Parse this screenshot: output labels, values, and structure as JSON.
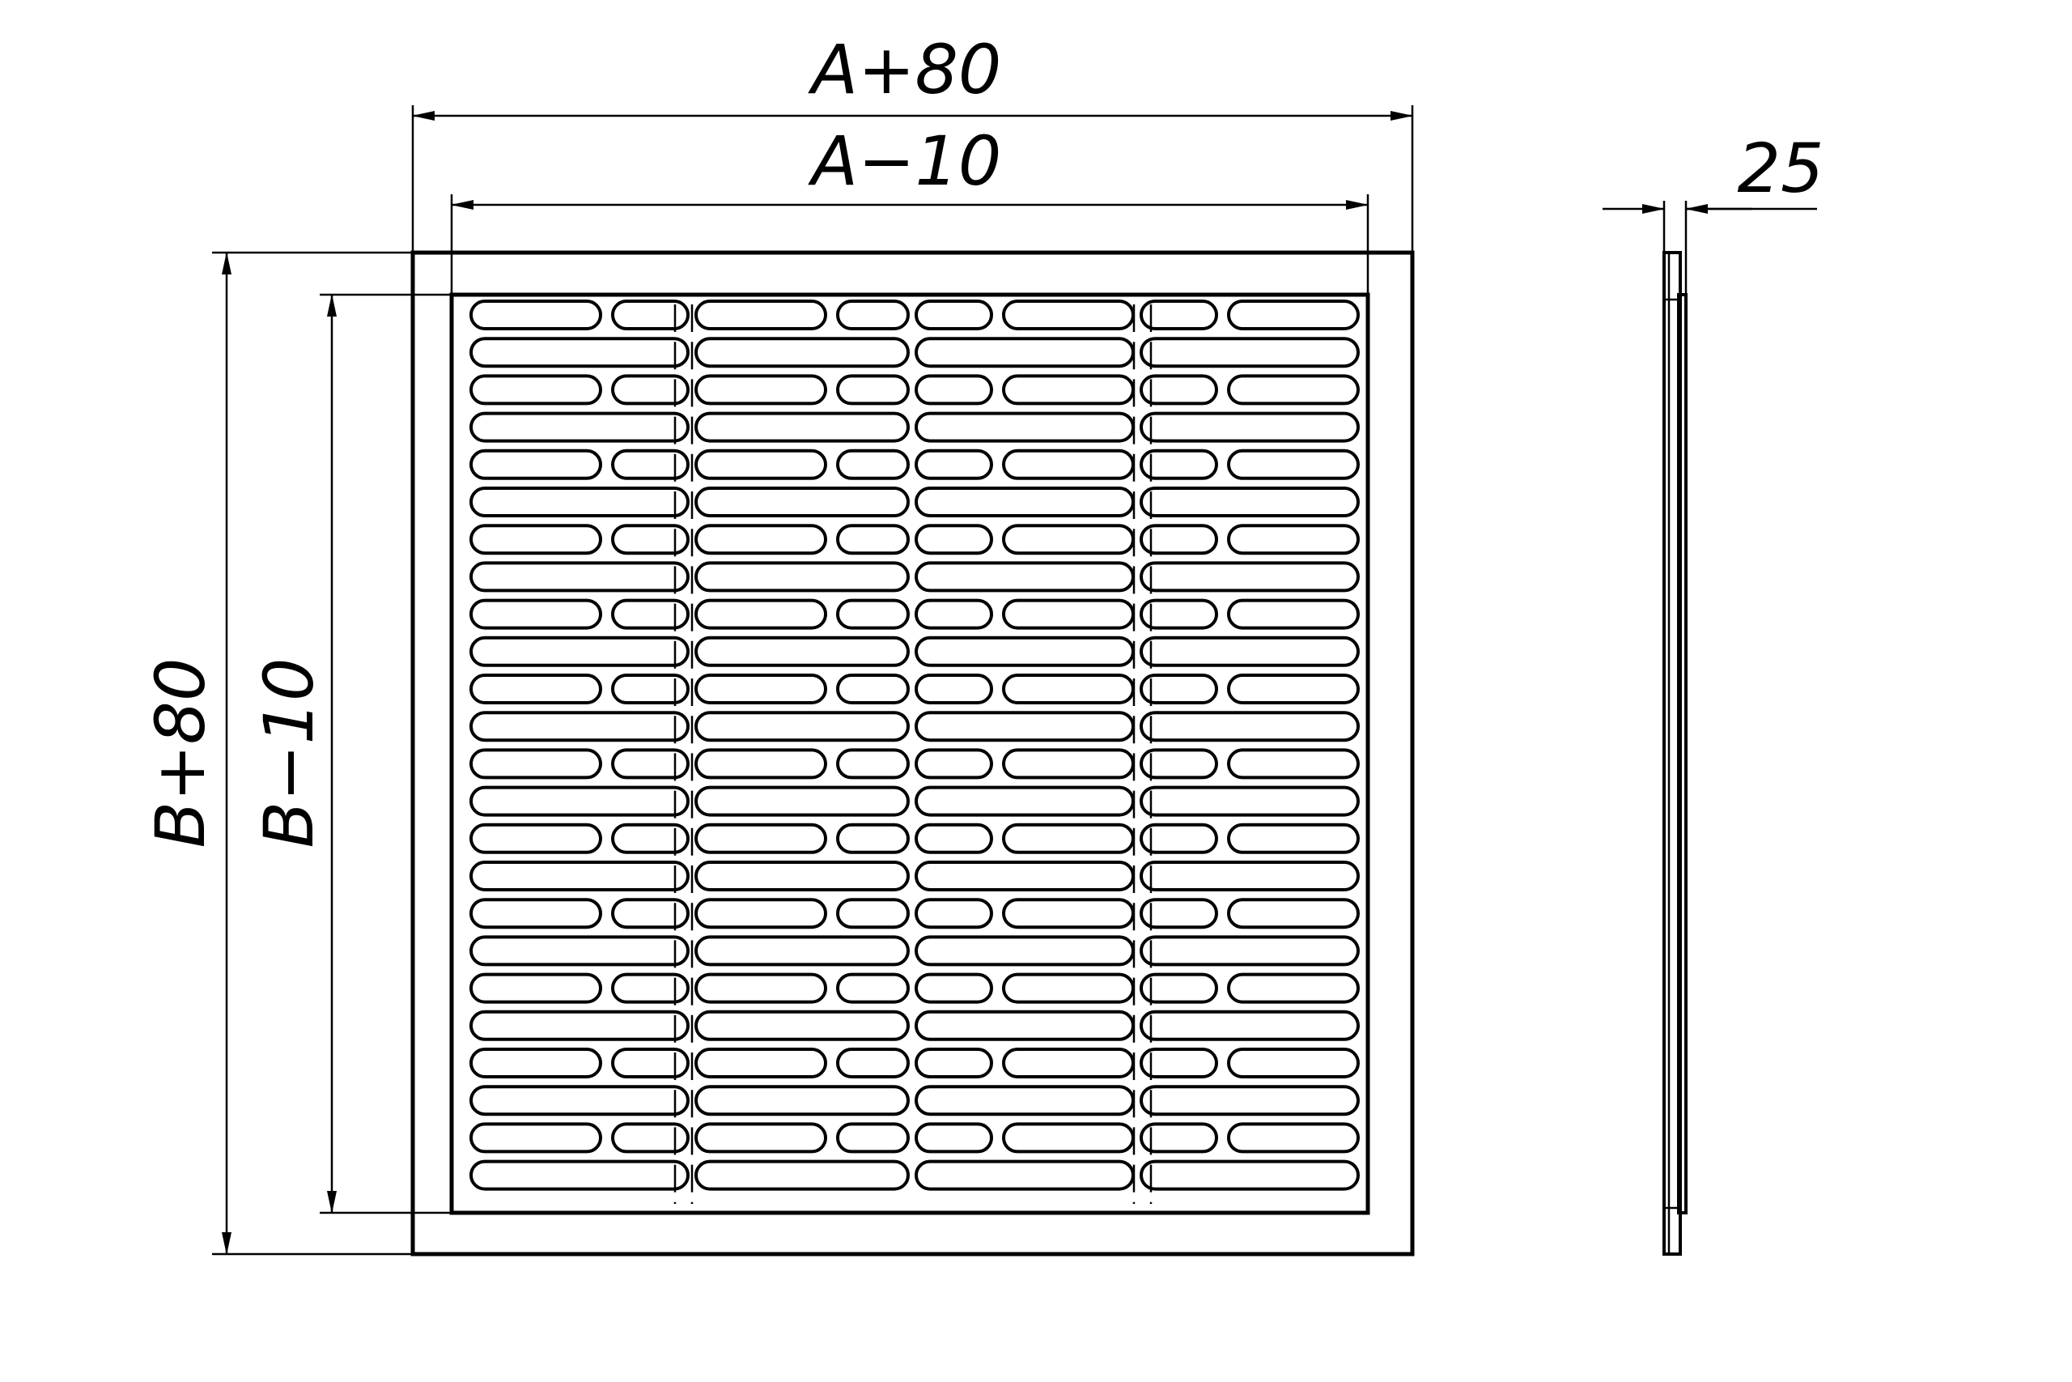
{
  "dimensions": {
    "outer_width": "A+80",
    "inner_width": "A−10",
    "outer_height": "B+80",
    "inner_height": "B−10",
    "depth": "25"
  },
  "colors": {
    "stroke": "#000000",
    "background": "#ffffff"
  }
}
